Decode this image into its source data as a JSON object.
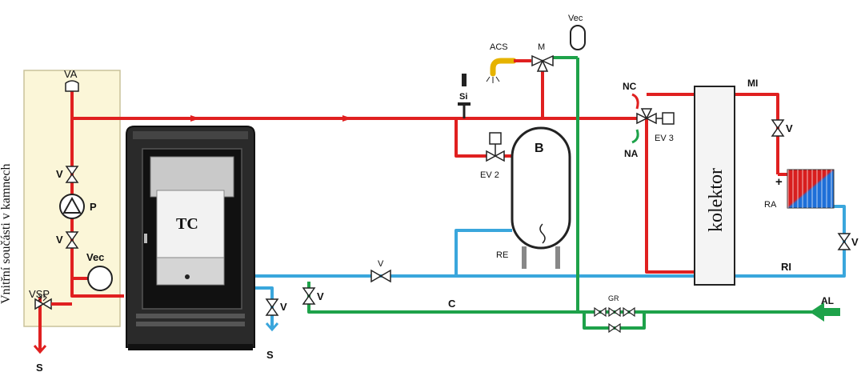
{
  "panel": {
    "vertical_label": "Vnitřní součásti v kamnech",
    "va": "VA",
    "v_upper": "V",
    "pump": "P",
    "v_lower": "V",
    "vec": "Vec",
    "vsp": "VSP",
    "s": "S"
  },
  "stove": {
    "label": "TC"
  },
  "top": {
    "vec": "Vec",
    "acs": "ACS",
    "m": "M",
    "si": "Si",
    "nc": "NC",
    "na": "NA",
    "ev3": "EV 3",
    "mi": "MI",
    "ev2": "EV 2",
    "b": "B",
    "re": "RE"
  },
  "right": {
    "kolektor": "kolektor",
    "v_upper": "V",
    "plus": "+",
    "ra": "RA",
    "v_lower": "V",
    "ri": "RI",
    "al": "AL"
  },
  "bottom": {
    "v_mid": "V",
    "v_left": "V",
    "v_drain": "V",
    "s_drain": "S",
    "c": "C",
    "gr": "GR"
  },
  "colors": {
    "hot": "#e02020",
    "cold": "#3aa6dc",
    "green": "#1ea24a",
    "panel_bg": "#fbf6d8",
    "panel_border": "#c9c29a",
    "kolektor_bg": "#f4f4f4",
    "dark": "#222222"
  }
}
